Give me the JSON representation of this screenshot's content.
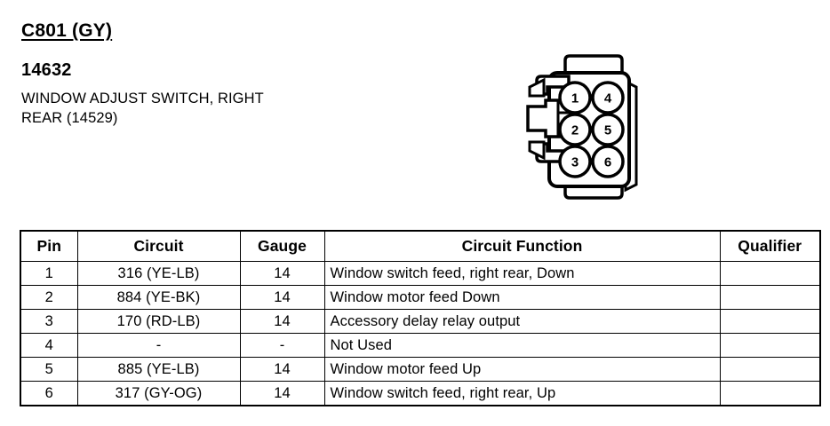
{
  "header": {
    "connector_id": "C801 (GY)",
    "part_number": "14632",
    "description_line1": "WINDOW ADJUST SWITCH, RIGHT",
    "description_line2": "REAR (14529)"
  },
  "connector": {
    "pin_layout": "2x3",
    "pins": [
      "1",
      "4",
      "2",
      "5",
      "3",
      "6"
    ],
    "outline_color": "#000000",
    "fill_color": "#ffffff"
  },
  "table": {
    "columns": [
      "Pin",
      "Circuit",
      "Gauge",
      "Circuit Function",
      "Qualifier"
    ],
    "rows": [
      {
        "pin": "1",
        "circuit": "316 (YE-LB)",
        "gauge": "14",
        "function": "Window switch feed, right rear, Down",
        "qualifier": ""
      },
      {
        "pin": "2",
        "circuit": "884 (YE-BK)",
        "gauge": "14",
        "function": "Window motor feed Down",
        "qualifier": ""
      },
      {
        "pin": "3",
        "circuit": "170 (RD-LB)",
        "gauge": "14",
        "function": "Accessory delay relay output",
        "qualifier": ""
      },
      {
        "pin": "4",
        "circuit": "-",
        "gauge": "-",
        "function": "Not Used",
        "qualifier": ""
      },
      {
        "pin": "5",
        "circuit": "885 (YE-LB)",
        "gauge": "14",
        "function": "Window motor feed Up",
        "qualifier": ""
      },
      {
        "pin": "6",
        "circuit": "317 (GY-OG)",
        "gauge": "14",
        "function": "Window switch feed, right rear, Up",
        "qualifier": ""
      }
    ]
  }
}
